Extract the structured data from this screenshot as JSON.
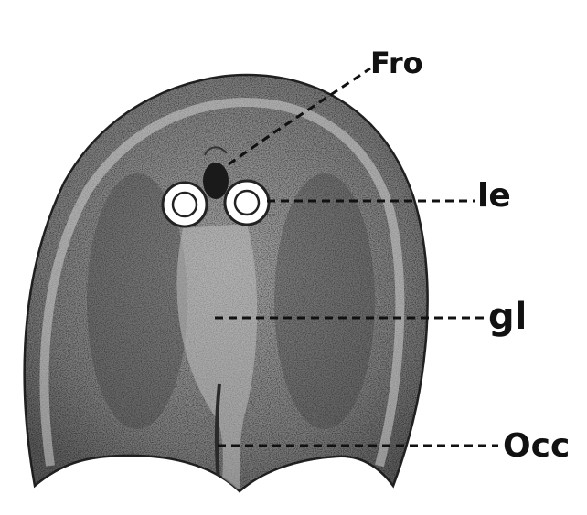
{
  "labels": {
    "fro": "Fro",
    "le": "le",
    "gl": "gl",
    "occ": "Occ"
  },
  "colors": {
    "ink": "#111111",
    "shell_fill": "#8f8f8f",
    "shell_light": "#c9c9c9",
    "shell_dark": "#4a4a4a",
    "background": "#ffffff"
  }
}
